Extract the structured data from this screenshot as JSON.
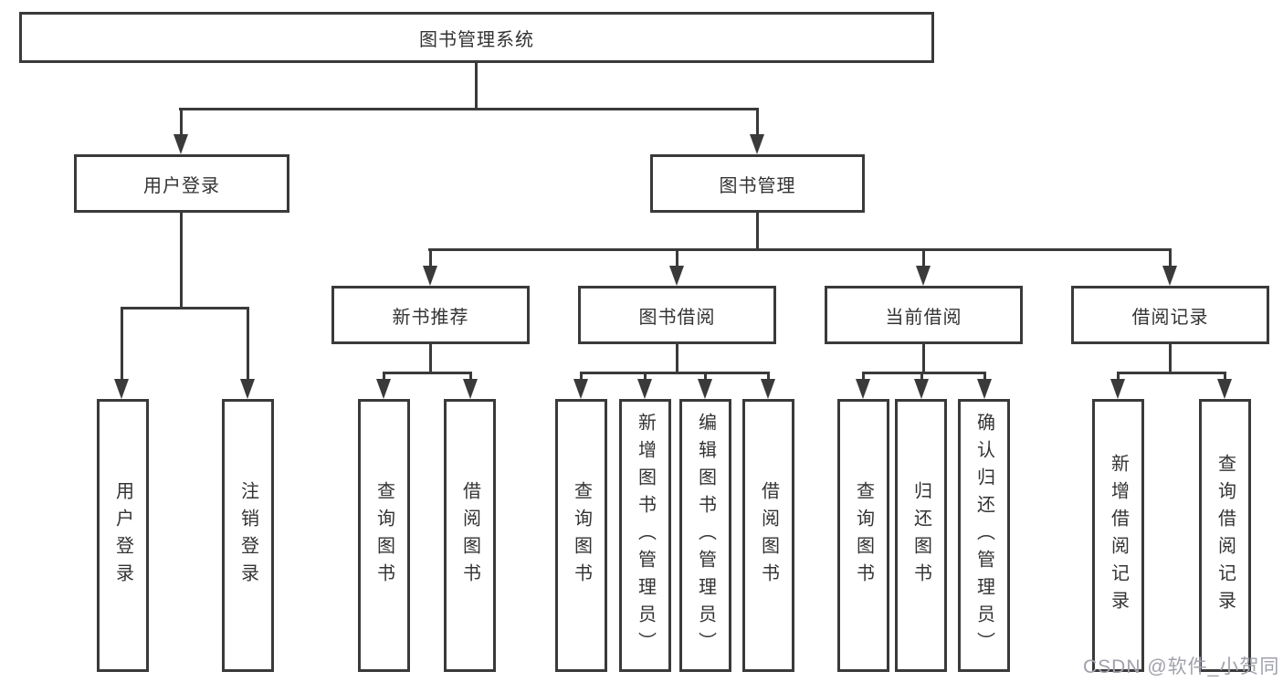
{
  "diagram": {
    "title": "图书管理系统",
    "branches": [
      {
        "label": "用户登录",
        "leaves": [
          {
            "label": "用户登录"
          },
          {
            "label": "注销登录"
          }
        ]
      },
      {
        "label": "图书管理",
        "groups": [
          {
            "label": "新书推荐",
            "leaves": [
              {
                "label": "查询图书"
              },
              {
                "label": "借阅图书"
              }
            ]
          },
          {
            "label": "图书借阅",
            "leaves": [
              {
                "label": "查询图书"
              },
              {
                "label": "新增图书（管理员）"
              },
              {
                "label": "编辑图书（管理员）"
              },
              {
                "label": "借阅图书"
              }
            ]
          },
          {
            "label": "当前借阅",
            "leaves": [
              {
                "label": "查询图书"
              },
              {
                "label": "归还图书"
              },
              {
                "label": "确认归还（管理员）"
              }
            ]
          },
          {
            "label": "借阅记录",
            "leaves": [
              {
                "label": "新增借阅记录"
              },
              {
                "label": "查询借阅记录"
              }
            ]
          }
        ]
      }
    ]
  },
  "watermark": {
    "text": "CSDN @软件_小贺同学"
  },
  "colors": {
    "line": "#3a3a3a",
    "text": "#333333",
    "bg": "#ffffff",
    "wm": "#a0a1ac"
  }
}
